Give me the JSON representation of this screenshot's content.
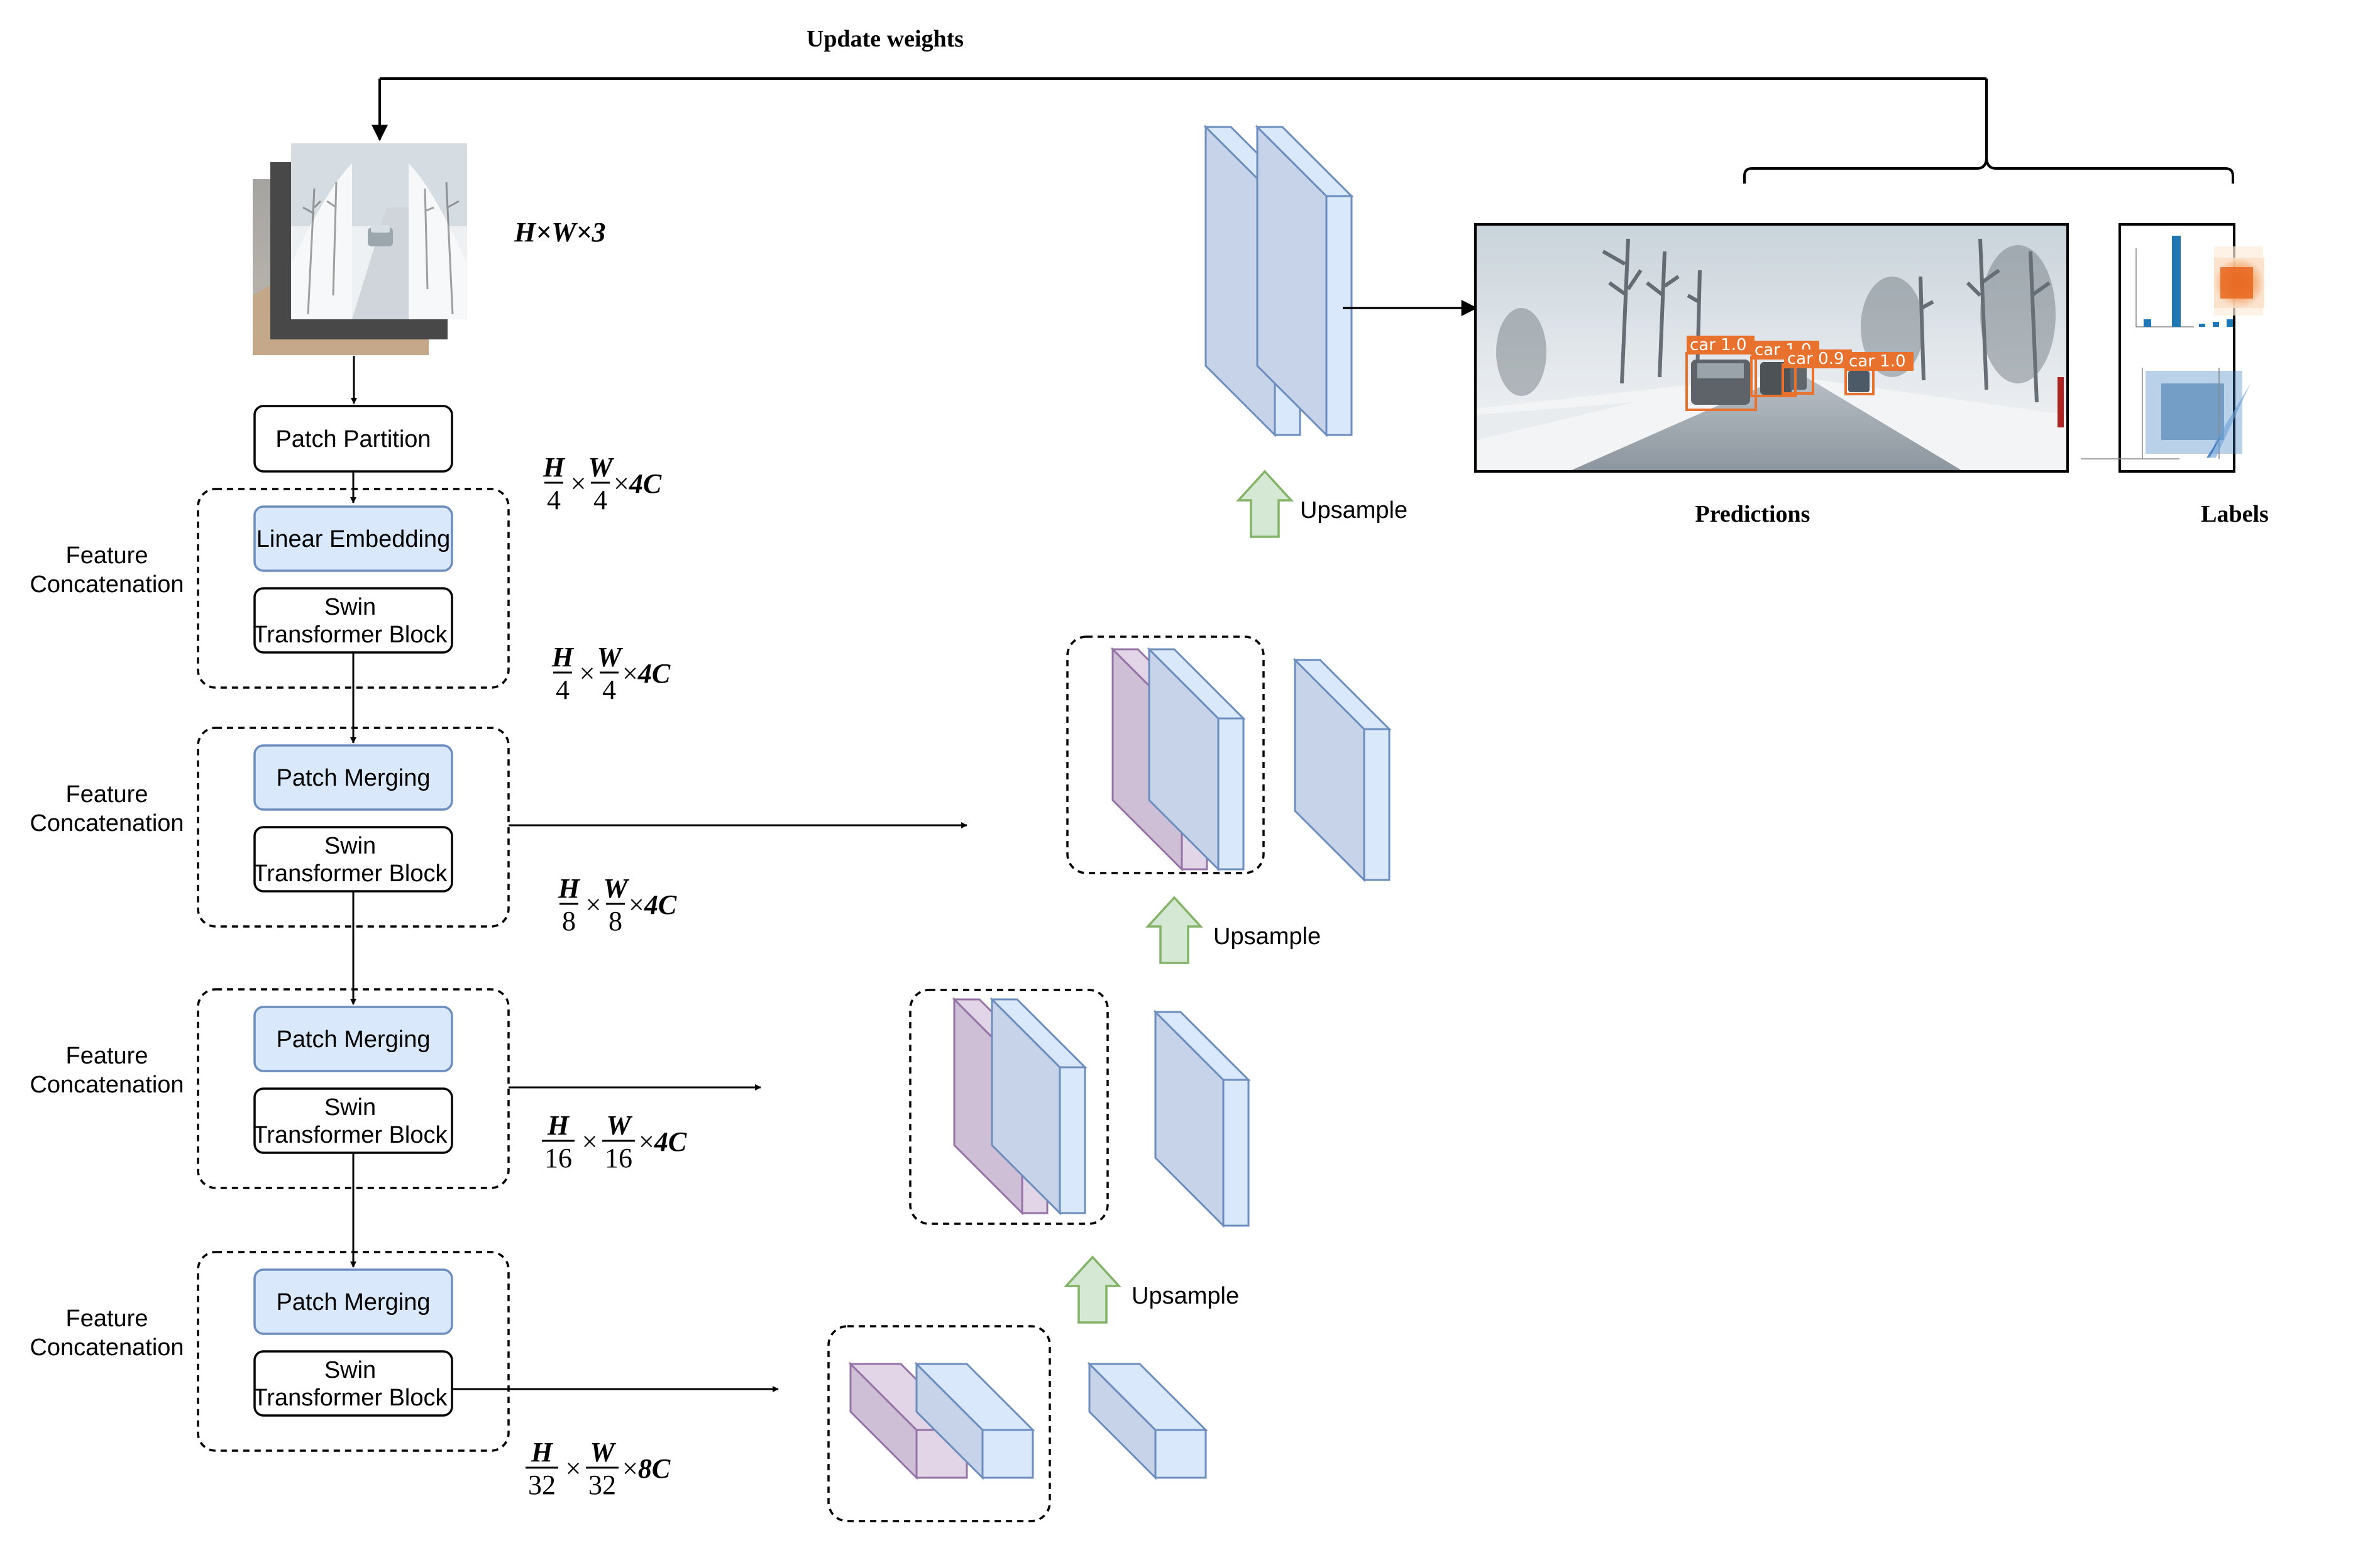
{
  "header": {
    "update_weights": "Update weights"
  },
  "input": {
    "dims": "H×W×3"
  },
  "encoder": {
    "patch_partition": "Patch Partition",
    "stages": [
      {
        "side_label": [
          "Feature",
          "Concatenation"
        ],
        "top_block": "Linear Embedding",
        "bottom_block": [
          "Swin",
          "Transformer Block"
        ],
        "dim_num": [
          "H",
          "W"
        ],
        "dim_den": [
          "4",
          "4"
        ],
        "dim_tail": "4C"
      },
      {
        "side_label": [
          "Feature",
          "Concatenation"
        ],
        "top_block": "Patch Merging",
        "bottom_block": [
          "Swin",
          "Transformer Block"
        ],
        "dim_num": [
          "H",
          "W"
        ],
        "dim_den": [
          "4",
          "4"
        ],
        "dim_tail": "4C"
      },
      {
        "side_label": [
          "Feature",
          "Concatenation"
        ],
        "top_block": "Patch Merging",
        "bottom_block": [
          "Swin",
          "Transformer Block"
        ],
        "dim_num": [
          "H",
          "W"
        ],
        "dim_den": [
          "8",
          "8"
        ],
        "dim_tail": "4C"
      },
      {
        "side_label": [
          "Feature",
          "Concatenation"
        ],
        "top_block": "Patch Merging",
        "bottom_block": [
          "Swin",
          "Transformer Block"
        ],
        "dim_num": [
          "H",
          "W"
        ],
        "dim_den": [
          "16",
          "16"
        ],
        "dim_tail": "4C"
      }
    ],
    "first_dim": {
      "num": [
        "H",
        "W"
      ],
      "den": [
        "4",
        "4"
      ],
      "tail": "4C"
    },
    "last_dim": {
      "num": [
        "H",
        "W"
      ],
      "den": [
        "32",
        "32"
      ],
      "tail": "8C"
    }
  },
  "decoder": {
    "upsample_labels": [
      "Upsample",
      "Upsample",
      "Upsample"
    ]
  },
  "outputs": {
    "predictions_label": "Predictions",
    "labels_label": "Labels",
    "detections": [
      "car 1.0",
      "car 1.0",
      "car 0.9",
      "car 1.0"
    ]
  },
  "colors": {
    "blue_fill": "#dae8fc",
    "blue_dark": "#c6d3e8",
    "blue_stroke": "#6c8ebf",
    "purple_fill": "#e1d5e7",
    "purple_dark": "#cfbfd6",
    "purple_stroke": "#9673a6",
    "green_fill": "#d5e8d4",
    "green_stroke": "#82b366",
    "detection_orange": "#e8712e"
  }
}
